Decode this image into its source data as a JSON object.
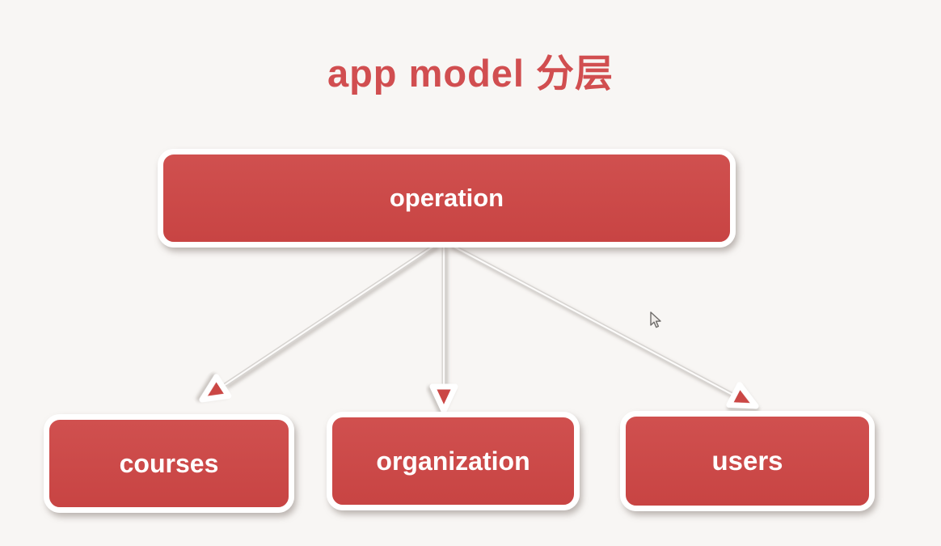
{
  "title": {
    "text": "app model 分层",
    "color": "#d14e50"
  },
  "diagram": {
    "nodes": [
      {
        "id": "operation",
        "label": "operation"
      },
      {
        "id": "courses",
        "label": "courses"
      },
      {
        "id": "organization",
        "label": "organization"
      },
      {
        "id": "users",
        "label": "users"
      }
    ],
    "edges": [
      {
        "from": "operation",
        "to": "courses"
      },
      {
        "from": "operation",
        "to": "organization"
      },
      {
        "from": "operation",
        "to": "users"
      }
    ],
    "colors": {
      "node_fill": "#cb4645",
      "node_border": "#ffffff",
      "node_text": "#ffffff",
      "connector": "#d6d3d0",
      "arrowhead_fill": "#cb4645",
      "arrowhead_outline": "#ffffff",
      "background": "#f8f6f4"
    }
  },
  "cursor": {
    "name": "mouse-pointer"
  }
}
